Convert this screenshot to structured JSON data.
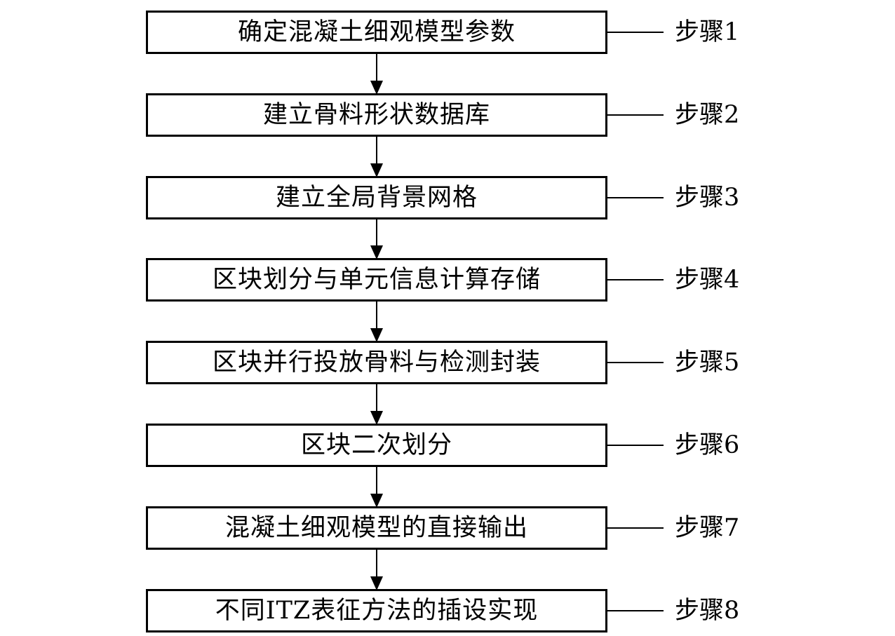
{
  "steps": [
    {
      "text": "确定混凝土细观模型参数",
      "label": "步骤1"
    },
    {
      "text": "建立骨料形状数据库",
      "label": "步骤2"
    },
    {
      "text": "建立全局背景网格",
      "label": "步骤3"
    },
    {
      "text": "区块划分与单元信息计算存储",
      "label": "步骤4"
    },
    {
      "text": "区块并行投放骨料与检测封装",
      "label": "步骤5"
    },
    {
      "text": "区块二次划分",
      "label": "步骤6"
    },
    {
      "text": "混凝土细观模型的直接输出",
      "label": "步骤7"
    },
    {
      "text": "不同ITZ表征方法的插设实现",
      "label": "步骤8"
    }
  ]
}
